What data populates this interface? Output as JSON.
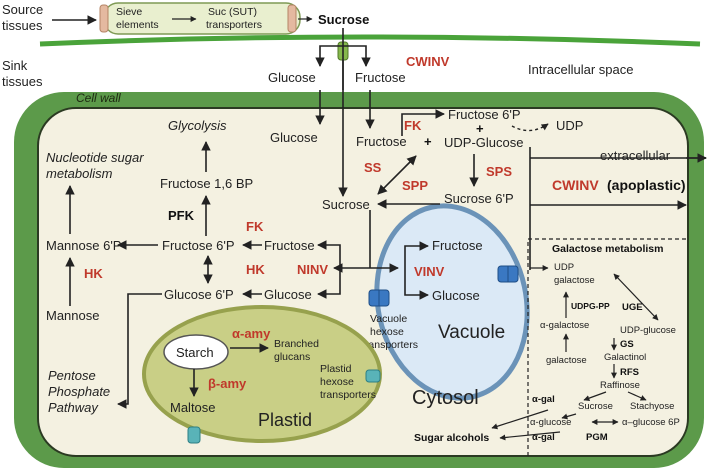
{
  "top": {
    "source_tissues": [
      "Source",
      "tissues"
    ],
    "sink_tissues": [
      "Sink",
      "tissues"
    ],
    "sieve_elements": [
      "Sieve",
      "elements"
    ],
    "suc_transporters": [
      "Suc (SUT)",
      "transporters"
    ],
    "sucrose": "Sucrose",
    "glucose": "Glucose",
    "fructose": "Fructose",
    "cwinv": "CWINV",
    "intracellular_space": "Intracellular space",
    "cell_wall": "Cell wall"
  },
  "cytosol": {
    "label": "Cytosol",
    "glycolysis": "Glycolysis",
    "nucleotide_sugar": [
      "Nucleotide sugar",
      "metabolism"
    ],
    "fructose_16bp": "Fructose 1,6 BP",
    "pfk": "PFK",
    "fk1": "FK",
    "fk2": "FK",
    "hk1": "HK",
    "hk2": "HK",
    "mannose6p": "Mannose 6'P",
    "mannose": "Mannose",
    "fructose6p_left": "Fructose 6'P",
    "glucose6p": "Glucose 6'P",
    "fructose_mid": "Fructose",
    "glucose_mid": "Glucose",
    "ninv": "NINV",
    "glucose_top": "Glucose",
    "fructose_top": "Fructose",
    "plus1": "+",
    "plus2": "+",
    "fructose6p_top": "Fructose 6'P",
    "udp_glucose": "UDP-Glucose",
    "udp": "UDP",
    "ss": "SS",
    "spp": "SPP",
    "sps": "SPS",
    "sucrose": "Sucrose",
    "sucrose6p": "Sucrose 6'P",
    "extracellular": "extracellular",
    "cwinv_apo": "CWINV",
    "apoplastic": "(apoplastic)",
    "pentose": [
      "Pentose",
      "Phosphate",
      "Pathway"
    ],
    "vacuole_transporters": [
      "Vacuole",
      "hexose",
      "transporters"
    ]
  },
  "vacuole": {
    "label": "Vacuole",
    "vinv": "VINV",
    "fructose": "Fructose",
    "glucose": "Glucose"
  },
  "plastid": {
    "label": "Plastid",
    "starch": "Starch",
    "alpha_amy": "α-amy",
    "beta_amy": "β-amy",
    "branched_glucans": [
      "Branched",
      "glucans"
    ],
    "maltose": "Maltose",
    "plastid_transporters": [
      "Plastid",
      "hexose",
      "transporters"
    ]
  },
  "galactose": {
    "title": "Galactose metabolism",
    "udp_galactose": [
      "UDP",
      "galactose"
    ],
    "udpg_pp": "UDPG-PP",
    "uge": "UGE",
    "udp_glucose": "UDP-glucose",
    "alpha_galactose": "α-galactose",
    "gs": "GS",
    "galactinol": "Galactinol",
    "galactose": "galactose",
    "rfs": "RFS",
    "raffinose": "Raffinose",
    "alpha_gal1": "α-gal",
    "sucrose": "Sucrose",
    "stachyose": "Stachyose",
    "alpha_glucose": "α-glucose",
    "pgm": "PGM",
    "alpha_glucose6p": "α–glucose 6P",
    "alpha_gal2": "α-gal",
    "sugar_alcohols": "Sugar alcohols"
  },
  "colors": {
    "cell_wall": "#5c9a4a",
    "cytoplasm": "#f4f1e1",
    "vacuole_fill": "#dbe9f6",
    "vacuole_edge": "#6b93b8",
    "plastid_fill": "#c9cf86",
    "plastid_edge": "#97a14d",
    "enzyme_red": "#c0392b",
    "transporter_blue": "#3a78c2"
  }
}
